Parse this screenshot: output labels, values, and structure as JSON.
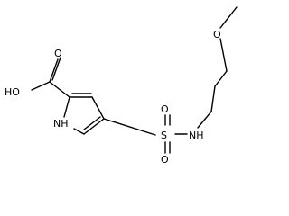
{
  "labels": {
    "ho": "HO",
    "o_acid": "O",
    "nh": "NH",
    "s": "S",
    "o_s_top": "O",
    "o_s_bottom": "O",
    "nh_amide": "NH",
    "o_methoxy": "O"
  }
}
